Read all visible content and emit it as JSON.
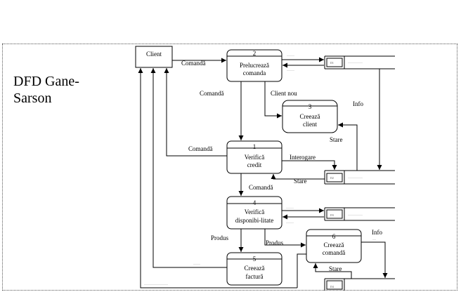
{
  "title": "DFD Gane-\nSarson",
  "entity": {
    "label": "Client"
  },
  "processes": [
    {
      "id": "2",
      "line1": "Prelucrează",
      "line2": "comanda"
    },
    {
      "id": "3",
      "line1": "Creează",
      "line2": "client"
    },
    {
      "id": "1",
      "line1": "Verifică",
      "line2": "credit"
    },
    {
      "id": "4",
      "line1": "Verifică",
      "line2": "disponibi-litate"
    },
    {
      "id": "5",
      "line1": "Creează",
      "line2": "factură"
    },
    {
      "id": "6",
      "line1": "Creează",
      "line2": "comandă"
    }
  ],
  "flows": {
    "client_to_p2": "Comandă",
    "p2_to_p1": "Comandă",
    "p1_to_client": "Comandă",
    "p1_to_p4": "Comandă",
    "new_client": "Client nou",
    "info_p3": "Info",
    "status_p3": "Stare",
    "query": "Interogare",
    "status_p1": "Stare",
    "product_p5": "Produs",
    "product_p6": "Produs",
    "info_p6": "Info",
    "status_p6": "Stare"
  },
  "colors": {
    "line": "#000000",
    "background": "#ffffff",
    "frame": "#555555"
  }
}
